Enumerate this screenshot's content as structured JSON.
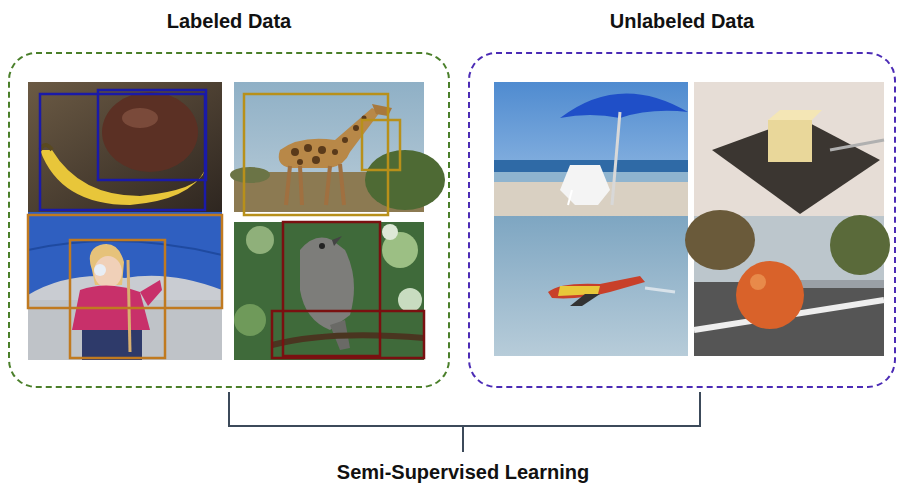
{
  "diagram": {
    "nodes": [
      {
        "text": [
          "Labeled Data"
        ]
      },
      {
        "text": [
          "Unlabeled Data"
        ]
      }
    ],
    "labels": [
      "Semi-Supervised Learning"
    ]
  }
}
